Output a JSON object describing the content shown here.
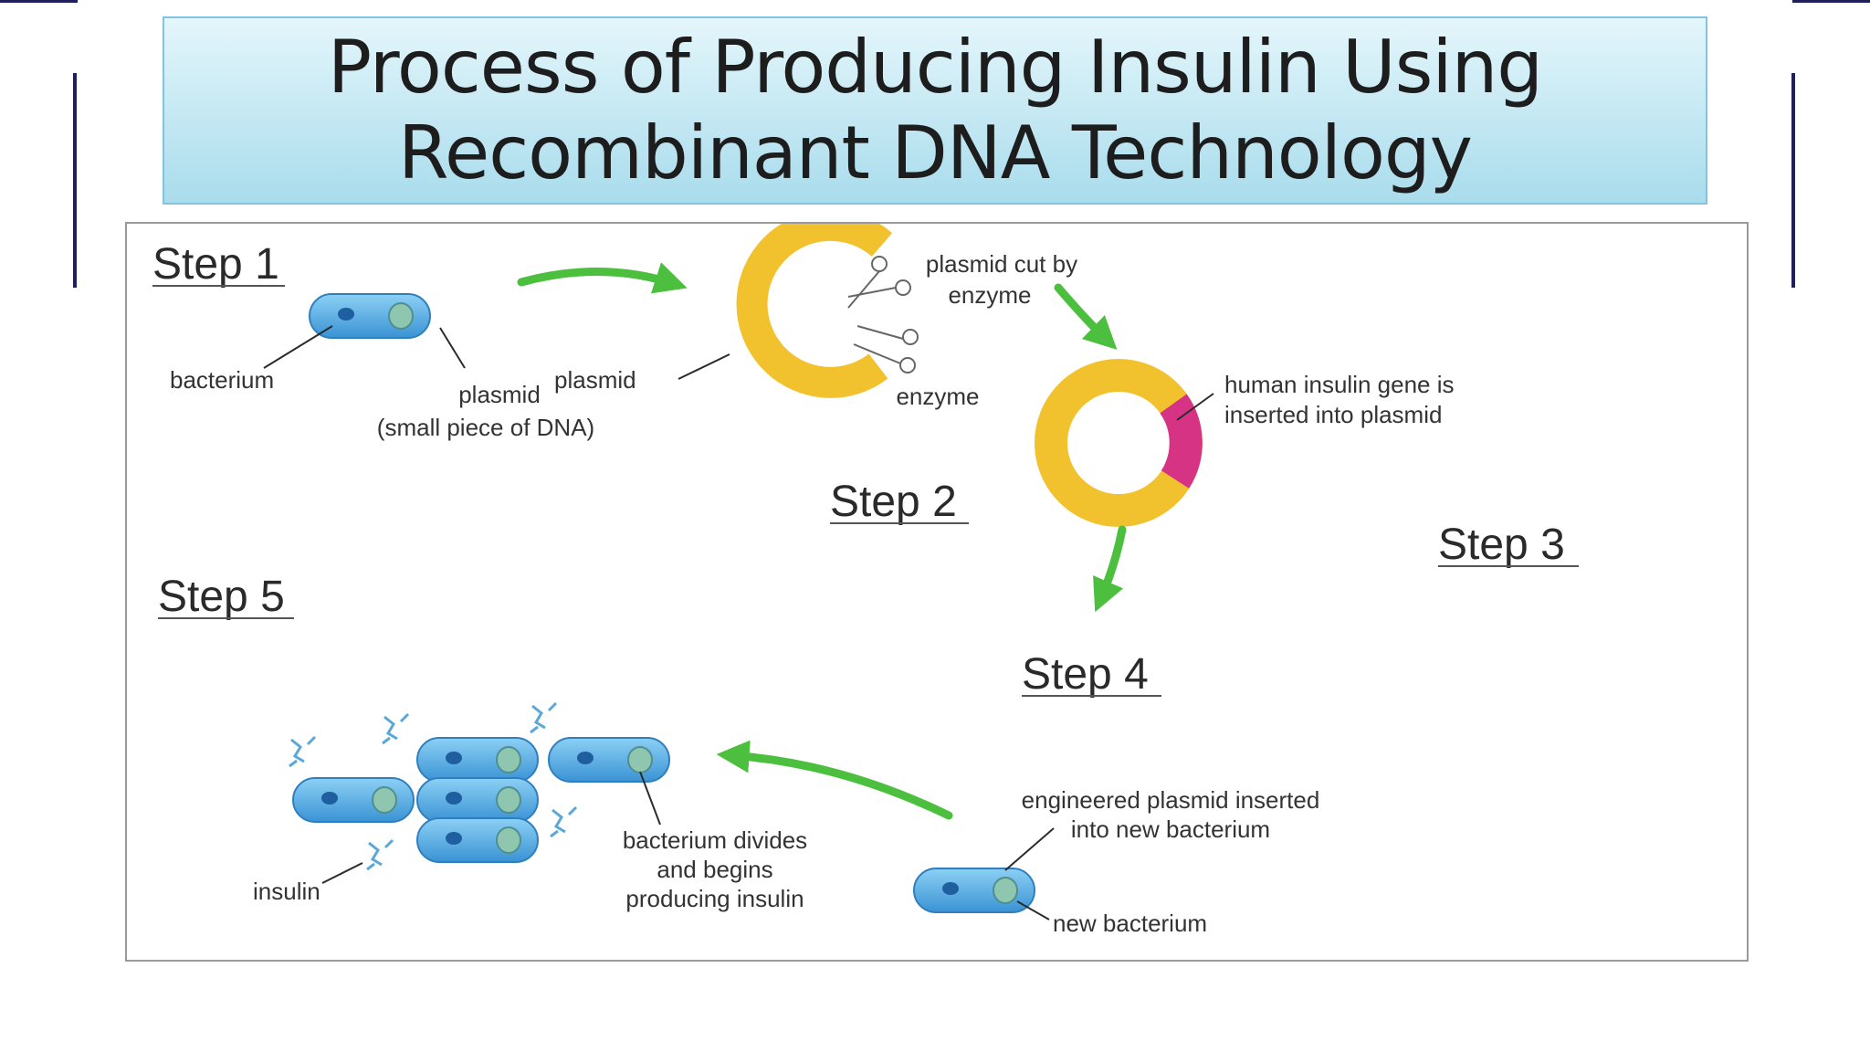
{
  "title": {
    "line1": "Process of Producing Insulin Using",
    "line2": "Recombinant DNA Technology"
  },
  "diagram": {
    "steps": [
      "Step 1",
      "Step 2",
      "Step 3",
      "Step 4",
      "Step 5"
    ],
    "labels": {
      "bacterium": "bacterium",
      "plasmid_step1_line1": "plasmid",
      "plasmid_step1_line2": "(small piece of DNA)",
      "plasmid_step2": "plasmid",
      "plasmid_cut_line1": "plasmid cut by",
      "plasmid_cut_line2": "enzyme",
      "enzyme": "enzyme",
      "insulin_gene_line1": "human insulin gene is",
      "insulin_gene_line2": "inserted into plasmid",
      "engineered_line1": "engineered plasmid inserted",
      "engineered_line2": "into new bacterium",
      "new_bacterium": "new bacterium",
      "divides_line1": "bacterium divides",
      "divides_line2": "and begins",
      "divides_line3": "producing insulin",
      "insulin": "insulin"
    },
    "colors": {
      "bacterium": "#4aa3df",
      "plasmid_ring": "#f2c22e",
      "insulin_gene": "#d63384",
      "arrow": "#4cbf3f",
      "title_bg": "#bfe7f3"
    }
  }
}
